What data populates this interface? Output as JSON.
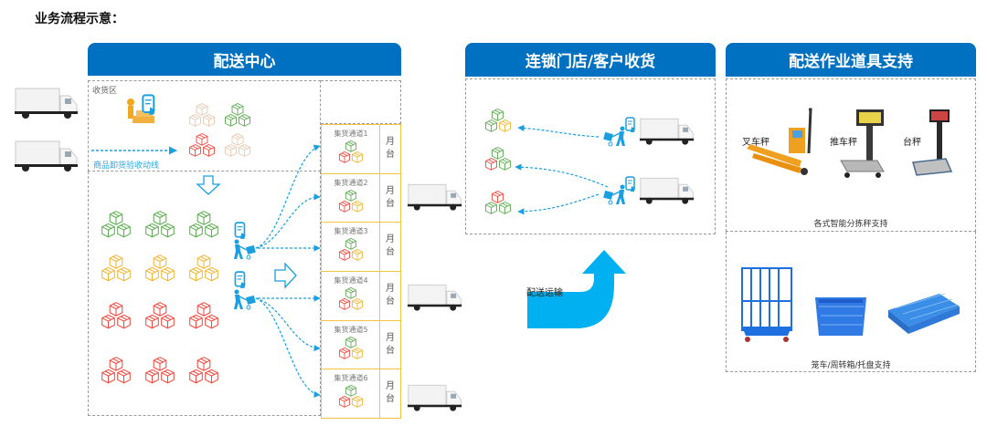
{
  "page_title": "业务流程示意：",
  "panels": {
    "distribution_center": {
      "title": "配送中心",
      "receiving_zone_label": "收货区",
      "unload_flow_label": "商品卸货验收动线",
      "lanes": [
        {
          "name": "集货通道1",
          "platform": "月台"
        },
        {
          "name": "集货通道2",
          "platform": "月台"
        },
        {
          "name": "集货通道3",
          "platform": "月台"
        },
        {
          "name": "集货通道4",
          "platform": "月台"
        },
        {
          "name": "集货通道5",
          "platform": "月台"
        },
        {
          "name": "集货通道6",
          "platform": "月台"
        }
      ],
      "storage_rows": [
        "green",
        "yellow",
        "red",
        "red"
      ]
    },
    "store_receiving": {
      "title": "连锁门店/客户收货"
    },
    "tools": {
      "title": "配送作业道具支持",
      "scales": [
        {
          "label": "叉车秤",
          "icon": "pallet-truck-scale-icon"
        },
        {
          "label": "推车秤",
          "icon": "trolley-scale-icon"
        },
        {
          "label": "台秤",
          "icon": "platform-scale-icon"
        }
      ],
      "scales_caption": "各式智能分拣秤支持",
      "containers": [
        {
          "icon": "roll-cage-icon"
        },
        {
          "icon": "turnover-crate-icon"
        },
        {
          "icon": "pallet-icon"
        }
      ],
      "containers_caption": "笼车/周转箱/托盘支持"
    }
  },
  "transport_label": "配送运输",
  "colors": {
    "header_blue": "#0070c0",
    "flow_blue": "#00b0f0",
    "dock_yellow": "#f5c542",
    "box_green": "#5aab4e",
    "box_yellow": "#f2b530",
    "box_red": "#f0463c",
    "box_beige": "#e8c9b0"
  }
}
